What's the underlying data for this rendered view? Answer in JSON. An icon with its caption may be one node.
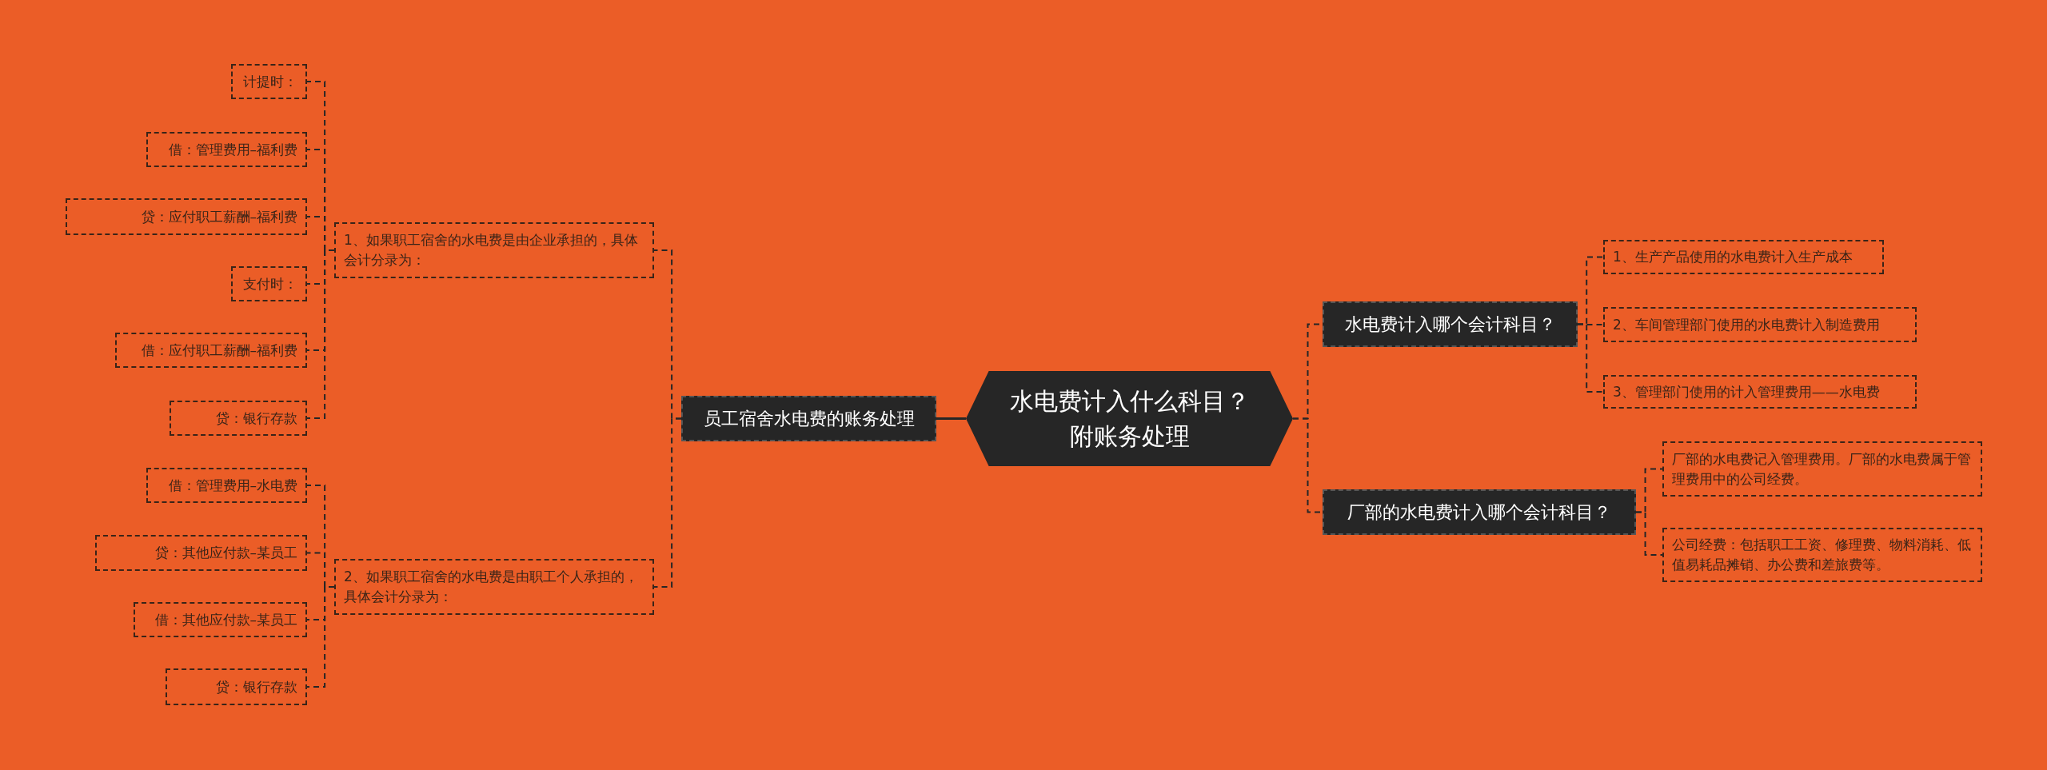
{
  "diagram": {
    "nodes": [
      {
        "text": [
          "水电费计入什么科目？附账务处理"
        ]
      },
      {
        "text": [
          "员工宿舍水电费的账务处理"
        ]
      },
      {
        "text": [
          "1、如果职工宿舍的水电费是由企业承担的，具体会计分录为："
        ]
      },
      {
        "text": [
          "计提时："
        ]
      },
      {
        "text": [
          "借：管理费用–福利费"
        ]
      },
      {
        "text": [
          "贷：应付职工薪酬–福利费"
        ]
      },
      {
        "text": [
          "支付时："
        ]
      },
      {
        "text": [
          "借：应付职工薪酬–福利费"
        ]
      },
      {
        "text": [
          "贷：银行存款"
        ]
      },
      {
        "text": [
          "2、如果职工宿舍的水电费是由职工个人承担的，具体会计分录为："
        ]
      },
      {
        "text": [
          "借：管理费用–水电费"
        ]
      },
      {
        "text": [
          "贷：其他应付款–某员工"
        ]
      },
      {
        "text": [
          "借：其他应付款–某员工"
        ]
      },
      {
        "text": [
          "贷：银行存款"
        ]
      },
      {
        "text": [
          "水电费计入哪个会计科目？"
        ]
      },
      {
        "text": [
          "1、生产产品使用的水电费计入生产成本"
        ]
      },
      {
        "text": [
          "2、车间管理部门使用的水电费计入制造费用"
        ]
      },
      {
        "text": [
          "3、管理部门使用的计入管理费用——水电费"
        ]
      },
      {
        "text": [
          "厂部的水电费计入哪个会计科目？"
        ]
      },
      {
        "text": [
          "厂部的水电费记入管理费用。厂部的水电费属于管理费用中的公司经费。"
        ]
      },
      {
        "text": [
          "公司经费：包括职工工资、修理费、物料消耗、低值易耗品摊销、办公费和差旅费等。"
        ]
      }
    ],
    "edges": [
      {
        "from": 0,
        "to": 1,
        "arrow": "none"
      },
      {
        "from": 1,
        "to": 2,
        "arrow": "none",
        "style": "dashed"
      },
      {
        "from": 2,
        "to": 3,
        "arrow": "none",
        "style": "dashed"
      },
      {
        "from": 2,
        "to": 4,
        "arrow": "none",
        "style": "dashed"
      },
      {
        "from": 2,
        "to": 5,
        "arrow": "none",
        "style": "dashed"
      },
      {
        "from": 2,
        "to": 6,
        "arrow": "none",
        "style": "dashed"
      },
      {
        "from": 2,
        "to": 7,
        "arrow": "none",
        "style": "dashed"
      },
      {
        "from": 2,
        "to": 8,
        "arrow": "none",
        "style": "dashed"
      },
      {
        "from": 1,
        "to": 9,
        "arrow": "none",
        "style": "dashed"
      },
      {
        "from": 9,
        "to": 10,
        "arrow": "none",
        "style": "dashed"
      },
      {
        "from": 9,
        "to": 11,
        "arrow": "none",
        "style": "dashed"
      },
      {
        "from": 9,
        "to": 12,
        "arrow": "none",
        "style": "dashed"
      },
      {
        "from": 9,
        "to": 13,
        "arrow": "none",
        "style": "dashed"
      },
      {
        "from": 0,
        "to": 14,
        "arrow": "none",
        "style": "dashed"
      },
      {
        "from": 14,
        "to": 15,
        "arrow": "none",
        "style": "dashed"
      },
      {
        "from": 14,
        "to": 16,
        "arrow": "none",
        "style": "dashed"
      },
      {
        "from": 14,
        "to": 17,
        "arrow": "none",
        "style": "dashed"
      },
      {
        "from": 0,
        "to": 18,
        "arrow": "none",
        "style": "dashed"
      },
      {
        "from": 18,
        "to": 19,
        "arrow": "none",
        "style": "dashed"
      },
      {
        "from": 18,
        "to": 20,
        "arrow": "none",
        "style": "dashed"
      }
    ]
  }
}
